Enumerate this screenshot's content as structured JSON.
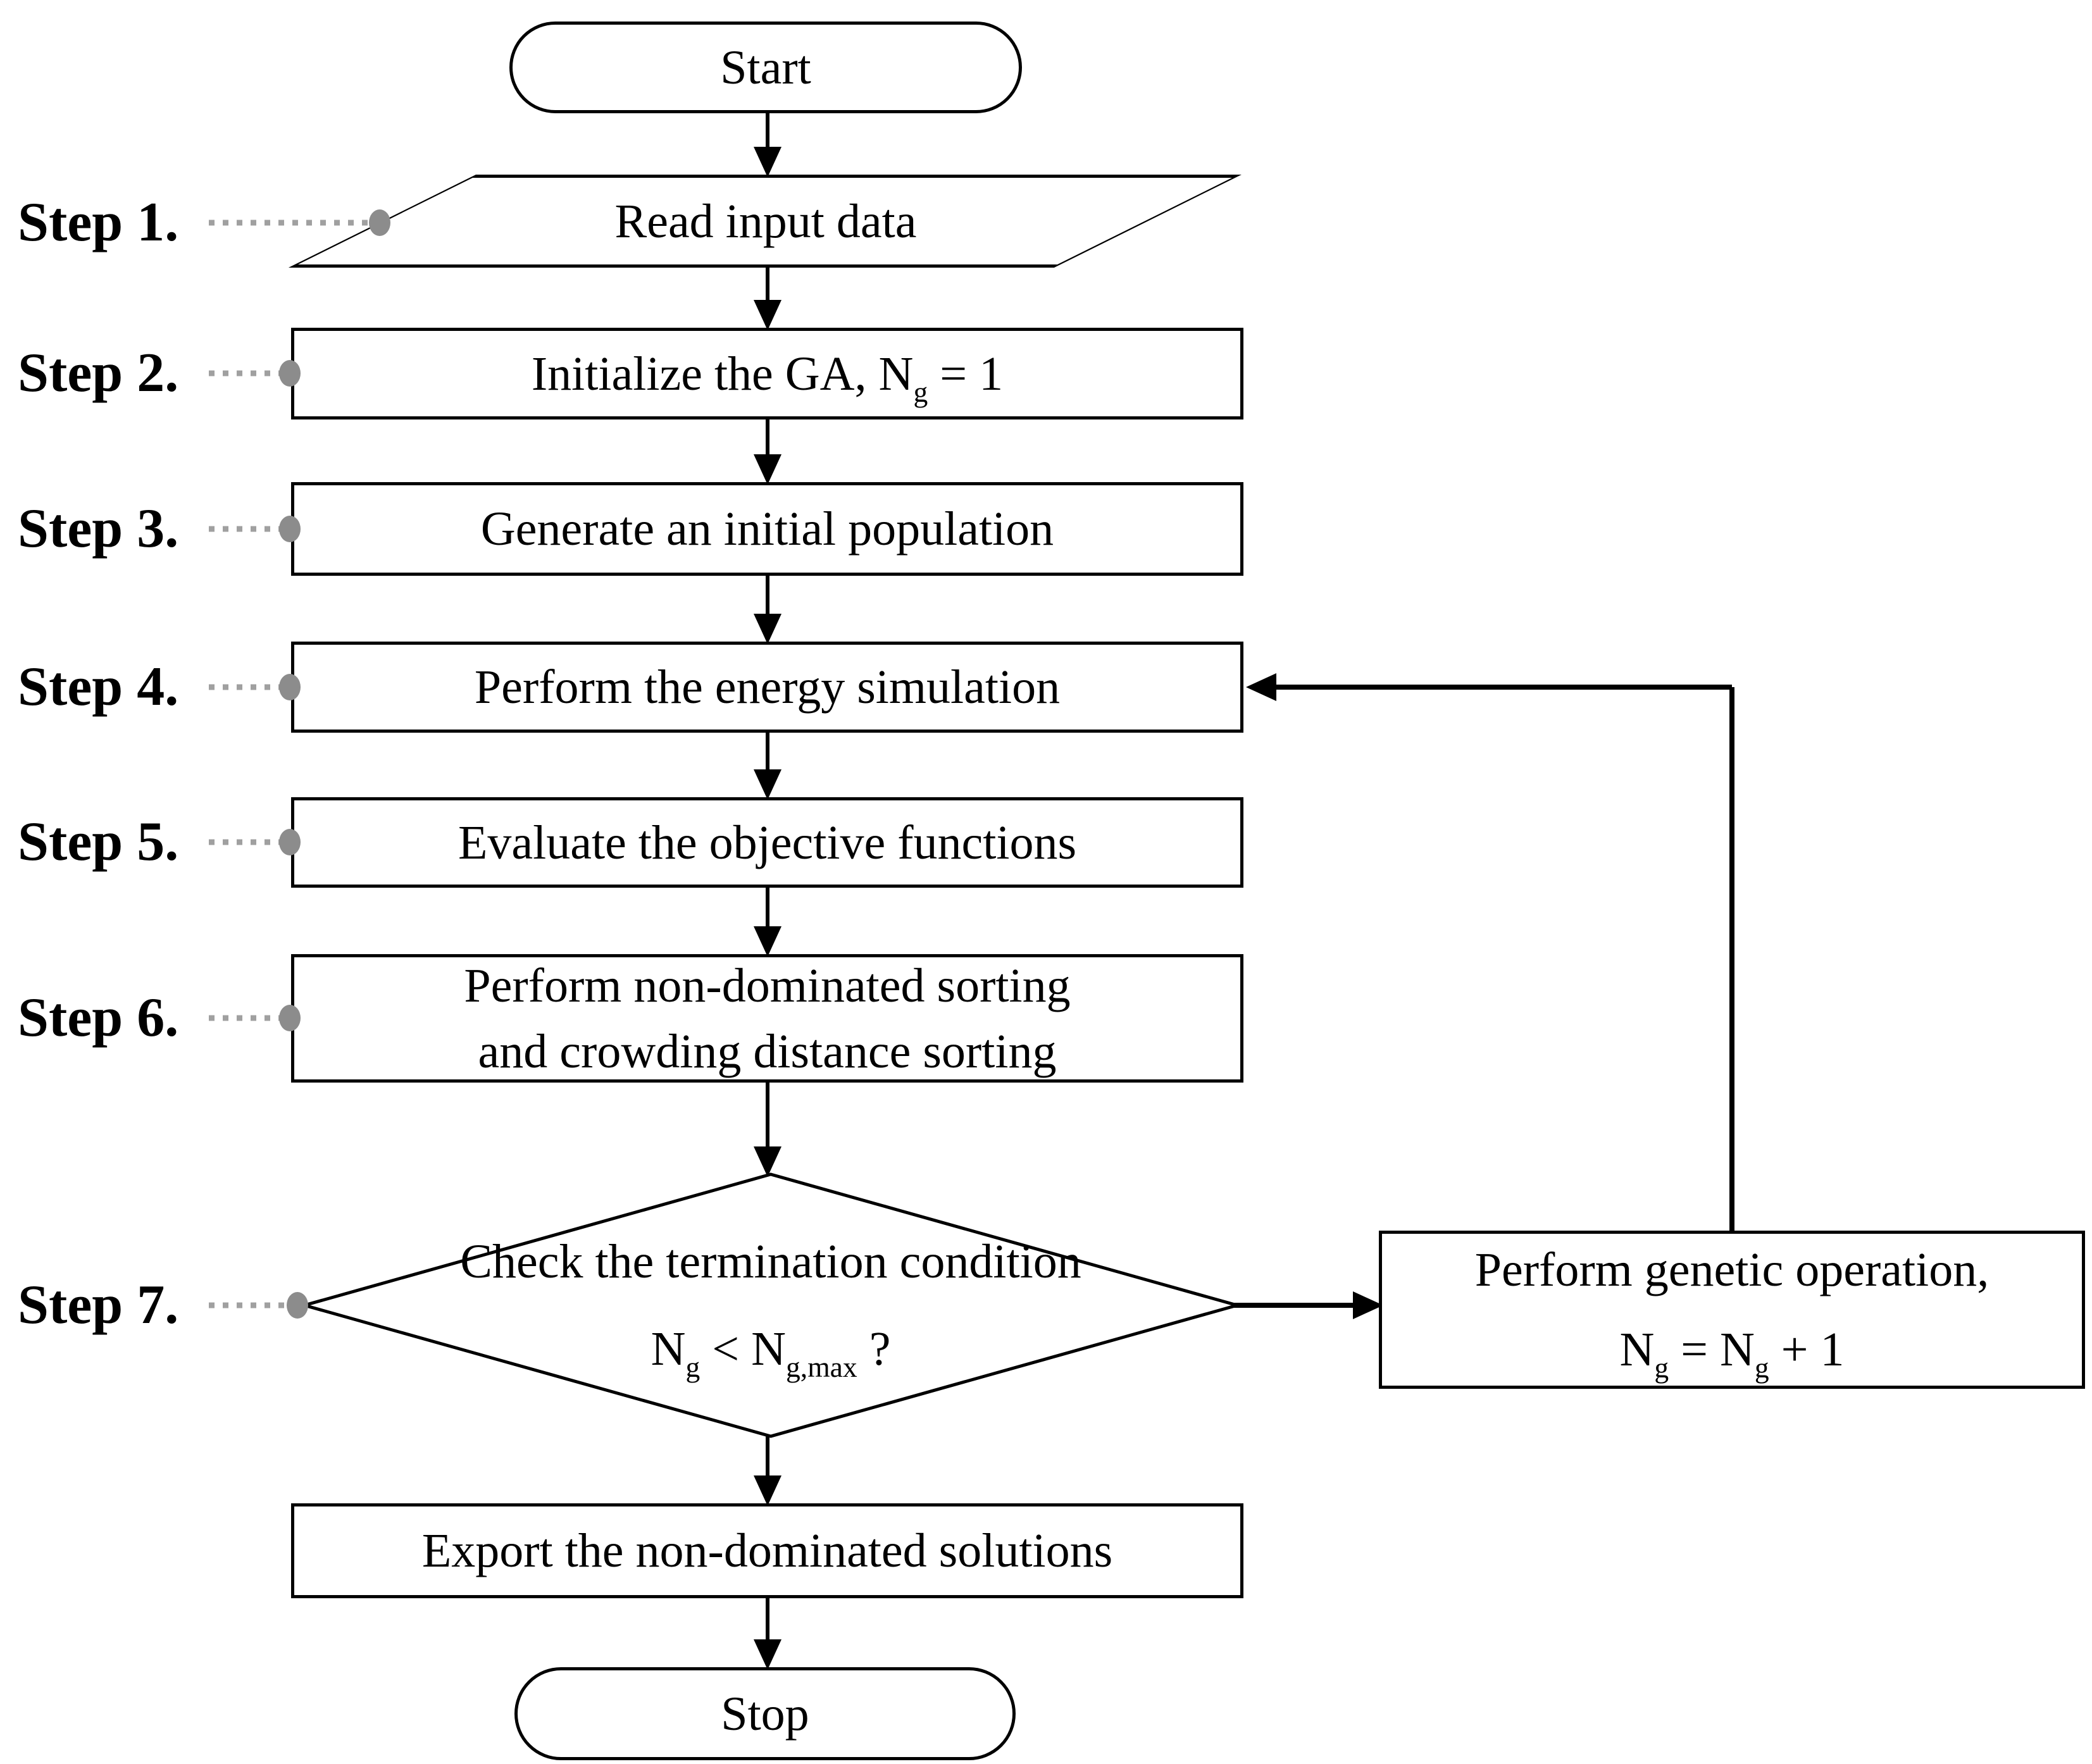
{
  "colors": {
    "background": "#ffffff",
    "stroke": "#000000",
    "leader": "#a0a0a0",
    "dot": "#8c8c8c"
  },
  "step_labels": [
    {
      "label": "Step 1."
    },
    {
      "label": "Step 2."
    },
    {
      "label": "Step 3."
    },
    {
      "label": "Step 4."
    },
    {
      "label": "Step 5."
    },
    {
      "label": "Step 6."
    },
    {
      "label": "Step 7."
    }
  ],
  "nodes": {
    "start": {
      "label": "Start"
    },
    "read_input": {
      "label": "Read input data"
    },
    "init_ga": {
      "parts": [
        {
          "text": "Initialize the GA, N"
        },
        {
          "text": "g"
        },
        {
          "text": " = 1"
        }
      ]
    },
    "generate": {
      "label": "Generate an initial population"
    },
    "energy_sim": {
      "label": "Perform the energy simulation"
    },
    "evaluate": {
      "label": "Evaluate the objective functions"
    },
    "sorting": {
      "line1": "Perform non-dominated sorting",
      "line2": "and crowding distance sorting"
    },
    "decision": {
      "line1": "Check the termination condition",
      "line2": [
        {
          "text": "N"
        },
        {
          "text": "g"
        },
        {
          "text": " < N"
        },
        {
          "text": "g,max"
        },
        {
          "text": " ?"
        }
      ]
    },
    "genetic_op": {
      "line1": "Perform genetic operation,",
      "line2": [
        {
          "text": "N"
        },
        {
          "text": "g"
        },
        {
          "text": " = N"
        },
        {
          "text": "g"
        },
        {
          "text": " + 1"
        }
      ]
    },
    "export": {
      "label": "Export the non-dominated solutions"
    },
    "stop": {
      "label": "Stop"
    }
  }
}
